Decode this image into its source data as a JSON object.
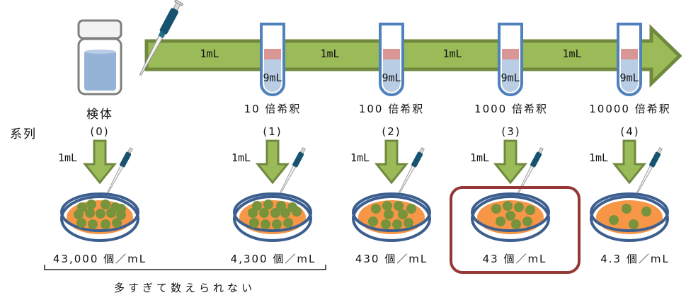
{
  "specimen": {
    "label": "検体"
  },
  "series_label": "系列",
  "transfer_volume": "1mL",
  "tube_volume": "9mL",
  "tubes": [
    {
      "dilution": "10 倍希釈"
    },
    {
      "dilution": "100 倍希釈"
    },
    {
      "dilution": "1000 倍希釈"
    },
    {
      "dilution": "10000 倍希釈"
    }
  ],
  "series": [
    {
      "index": "(0)",
      "plate_volume": "1mL",
      "result": "43,000 個／mL",
      "colonies": 14
    },
    {
      "index": "(1)",
      "plate_volume": "1mL",
      "result": "4,300 個／mL",
      "colonies": 13
    },
    {
      "index": "(2)",
      "plate_volume": "1mL",
      "result": "430 個／mL",
      "colonies": 10
    },
    {
      "index": "(3)",
      "plate_volume": "1mL",
      "result": "43 個／mL",
      "colonies": 8,
      "highlighted": true
    },
    {
      "index": "(4)",
      "plate_volume": "1mL",
      "result": "4.3 個／mL",
      "colonies": 4
    }
  ],
  "too_many_note": "多すぎて数えられない",
  "colors": {
    "arrow_fill": "#9bbb59",
    "arrow_stroke": "#71893f",
    "tube_stroke": "#4f81bd",
    "tube_liquid": "#b9cde5",
    "tube_sample": "#d99694",
    "plate_rim": "#3d5f8f",
    "agar": "#f79646",
    "colony": "#77933c",
    "highlight_box": "#953735",
    "pipette": "#17536f"
  }
}
